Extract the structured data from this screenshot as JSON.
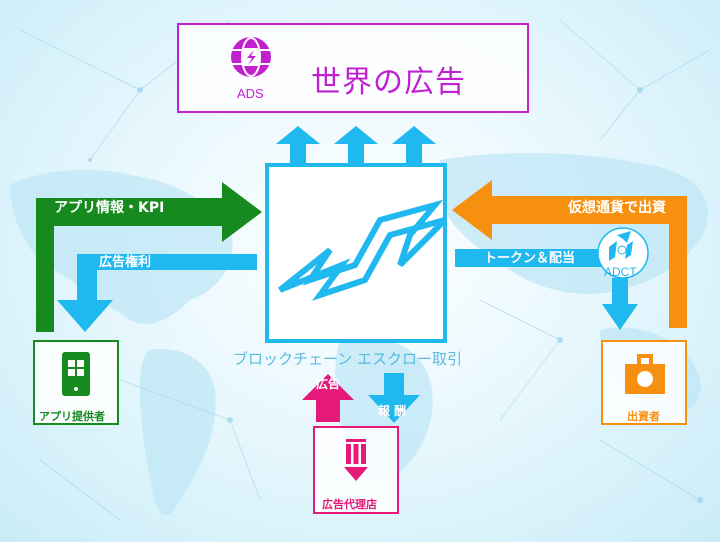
{
  "diagram": {
    "title": "世界の広告",
    "colors": {
      "magenta": "#c11fd0",
      "cyan": "#1fb9ef",
      "green": "#168a1f",
      "orange": "#f7900f",
      "pink": "#e5197a",
      "escrow_caption": "#5bb9de"
    },
    "top_box": {
      "logo_label": "ADS",
      "logo_icon": "globe-lightning-icon",
      "title": "世界の広告"
    },
    "center": {
      "icon": "zigzag-logo-icon",
      "caption": "ブロックチェーン エスクロー取引",
      "up_arrows_count": 3
    },
    "left": {
      "top_arrow_label": "アプリ情報・KPI",
      "bottom_arrow_label": "広告権利",
      "node_label": "アプリ提供者",
      "node_icon": "tablet-icon"
    },
    "right": {
      "top_arrow_label": "仮想通貨で出資",
      "bottom_arrow_label": "トークン＆配当",
      "token_label": "ADCT",
      "token_icon": "adct-token-icon",
      "node_label": "出資者",
      "node_icon": "bag-icon"
    },
    "bottom": {
      "up_arrow_label": "広告",
      "down_arrow_label": "報 酬",
      "node_label": "広告代理店",
      "node_icon": "pencil-icon"
    }
  }
}
